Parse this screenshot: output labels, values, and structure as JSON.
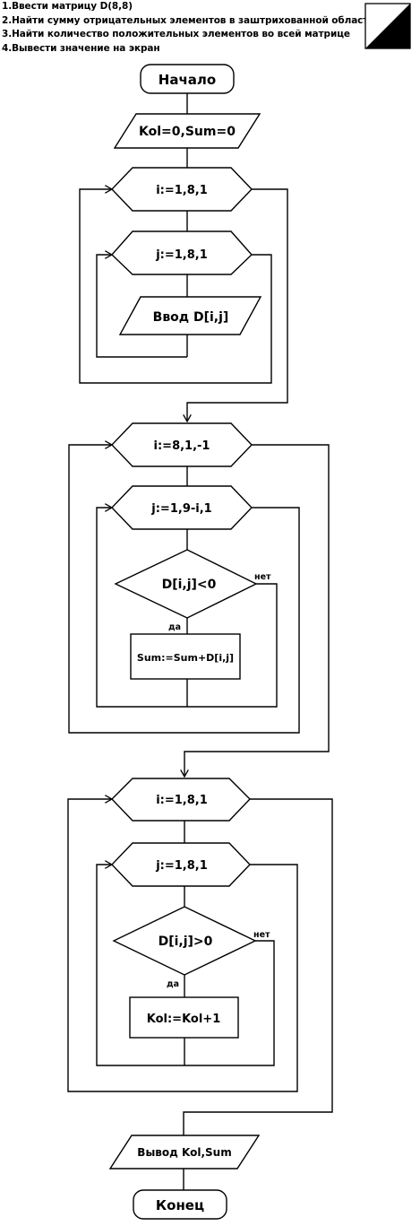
{
  "tasks": [
    "1.Ввести матрицу D(8,8)",
    "2.Найти сумму отрицательных элементов в заштрихованной области",
    "3.Найти количество положительных элементов во всей матрице",
    "4.Вывести значение на экран"
  ],
  "legend_icon": "shaded-triangle-icon",
  "flowchart": {
    "start": "Начало",
    "init": "Kol=0,Sum=0",
    "loop1_i": "i:=1,8,1",
    "loop1_j": "j:=1,8,1",
    "input": "Ввод D[i,j]",
    "loop2_i": "i:=8,1,-1",
    "loop2_j": "j:=1,9-i,1",
    "cond1": "D[i,j]<0",
    "cond1_no": "нет",
    "cond1_yes": "да",
    "sum_op": "Sum:=Sum+D[i,j]",
    "loop3_i": "i:=1,8,1",
    "loop3_j": "j:=1,8,1",
    "cond2": "D[i,j]>0",
    "cond2_no": "нет",
    "cond2_yes": "да",
    "count_op": "Kol:=Kol+1",
    "output": "Вывод Kol,Sum",
    "end": "Конец"
  }
}
